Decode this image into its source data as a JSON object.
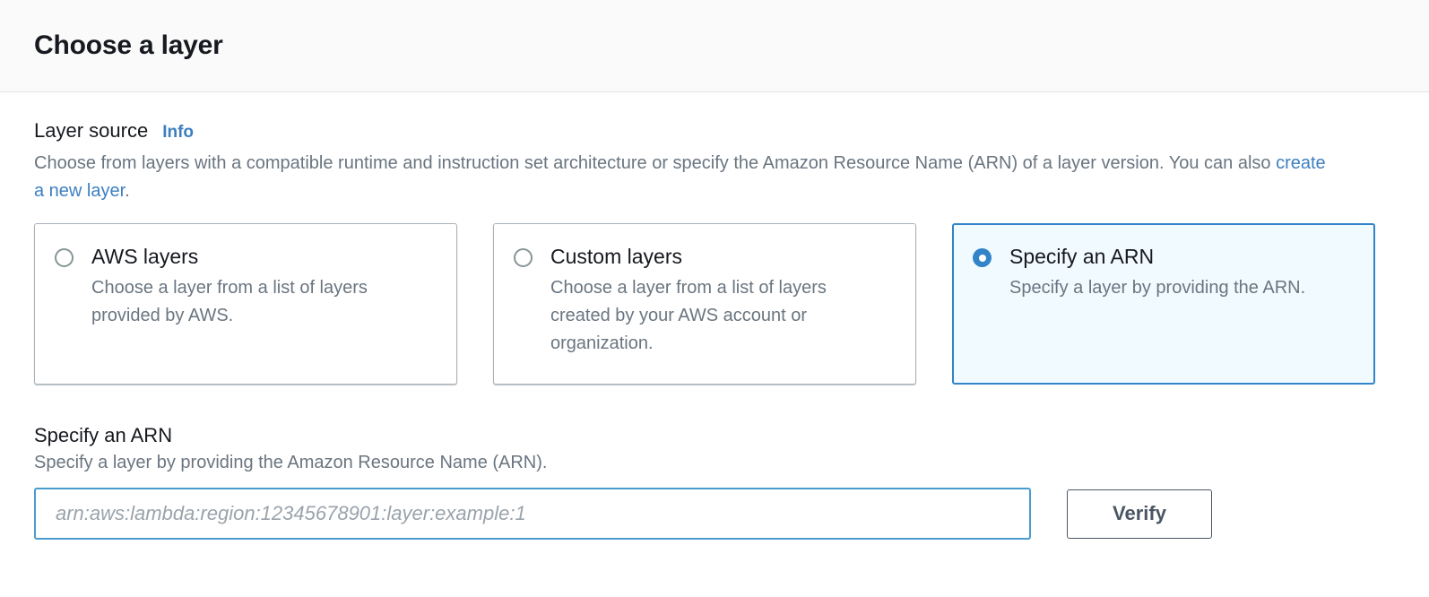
{
  "header": {
    "title": "Choose a layer"
  },
  "layer_source": {
    "label": "Layer source",
    "info_label": "Info",
    "description_before": "Choose from layers with a compatible runtime and instruction set architecture or specify the Amazon Resource Name (ARN) of a layer version. You can also ",
    "description_link": "create a new layer",
    "description_after": ".",
    "options": [
      {
        "title": "AWS layers",
        "description": "Choose a layer from a list of layers provided by AWS.",
        "selected": false
      },
      {
        "title": "Custom layers",
        "description": "Choose a layer from a list of layers created by your AWS account or organization.",
        "selected": false
      },
      {
        "title": "Specify an ARN",
        "description": "Specify a layer by providing the ARN.",
        "selected": true
      }
    ]
  },
  "arn_section": {
    "label": "Specify an ARN",
    "description": "Specify a layer by providing the Amazon Resource Name (ARN).",
    "input_placeholder": "arn:aws:lambda:region:12345678901:layer:example:1",
    "input_value": "",
    "verify_label": "Verify"
  },
  "colors": {
    "accent_blue": "#3184c8",
    "link_blue": "#3d7fc1",
    "selected_tile_bg": "#f1faff",
    "input_focus_border": "#4a9ccc",
    "text_dark": "#16191f",
    "text_muted": "#6a7580",
    "header_bg": "#fafafa",
    "button_border": "#4a5663"
  }
}
